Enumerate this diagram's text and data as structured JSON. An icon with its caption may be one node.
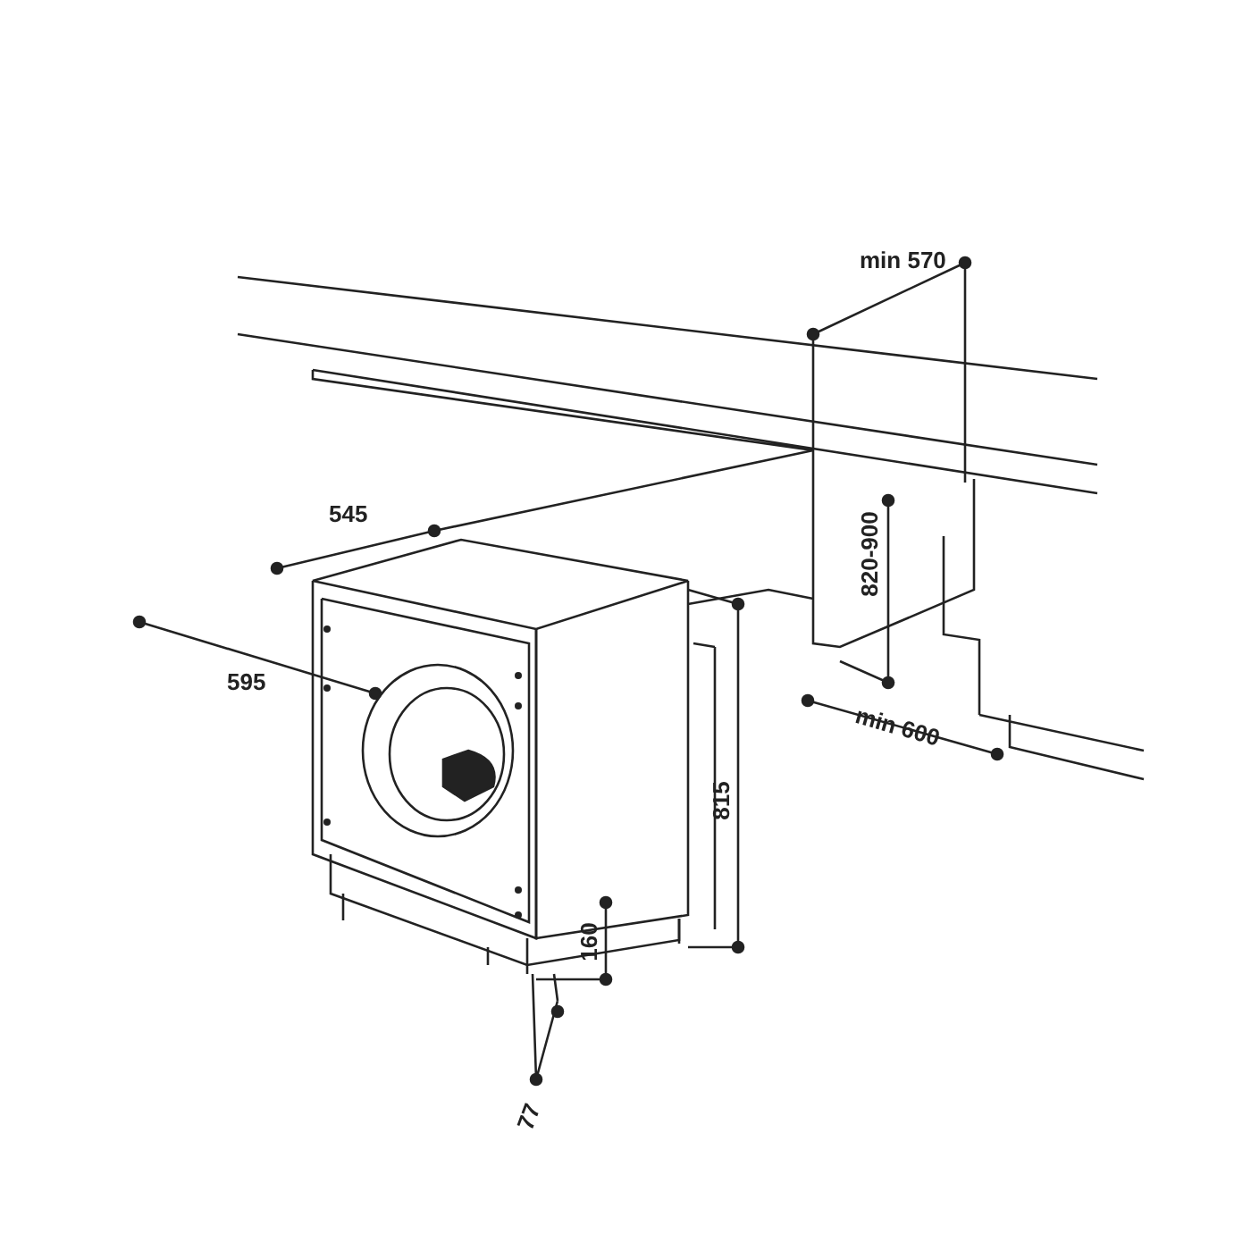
{
  "diagram": {
    "labels": [
      "min 570",
      "820-900",
      "545",
      "595",
      "min 600",
      "815",
      "160",
      "77"
    ]
  }
}
